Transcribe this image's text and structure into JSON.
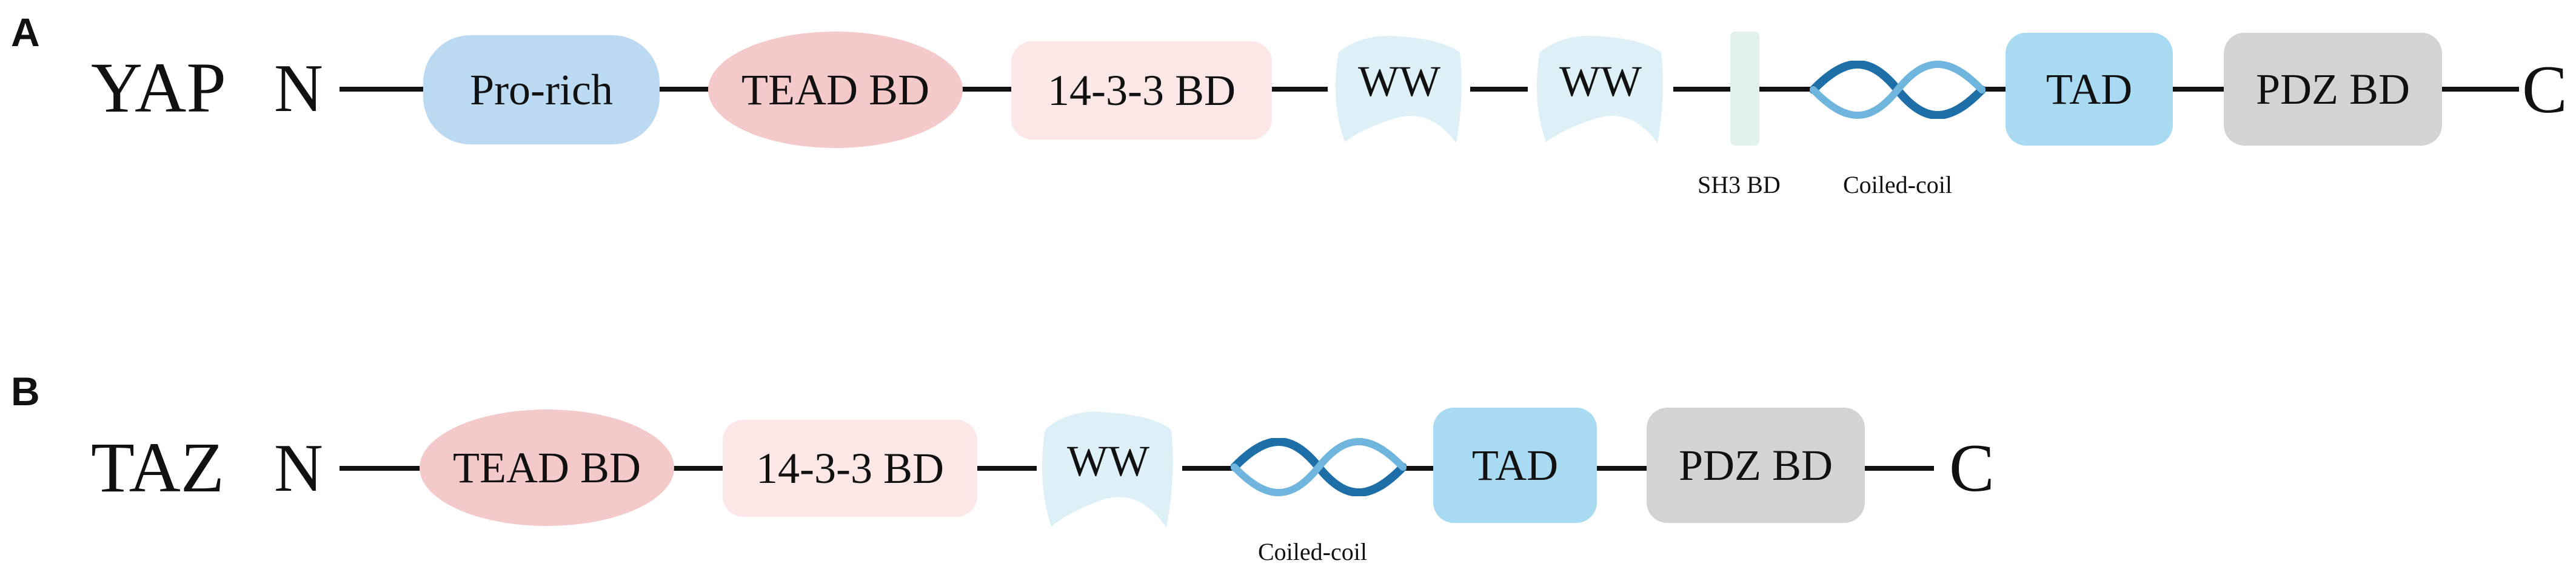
{
  "panel_a": {
    "label": "A",
    "protein": "YAP",
    "n_terminus": "N",
    "c_terminus": "C",
    "domains": {
      "pro_rich": "Pro-rich",
      "tead_bd": "TEAD BD",
      "bd_1433": "14-3-3 BD",
      "ww1": "WW",
      "ww2": "WW",
      "sh3_bd": "SH3 BD",
      "coiled_coil": "Coiled-coil",
      "tad": "TAD",
      "pdz_bd": "PDZ BD"
    }
  },
  "panel_b": {
    "label": "B",
    "protein": "TAZ",
    "n_terminus": "N",
    "c_terminus": "C",
    "domains": {
      "tead_bd": "TEAD BD",
      "bd_1433": "14-3-3 BD",
      "ww": "WW",
      "coiled_coil": "Coiled-coil",
      "tad": "TAD",
      "pdz_bd": "PDZ BD"
    }
  },
  "colors": {
    "pro_rich": "#bcd9f2",
    "tead_bd": "#f3c9c9",
    "bd_1433": "#fbe7e6",
    "ww": "#ddf0f7",
    "sh3_bd": "#e2f1ed",
    "coil_dark": "#1e6ea7",
    "coil_light": "#6fb5de",
    "tad": "#a8daf2",
    "pdz_bd": "#d2d3d5",
    "backbone": "#111111"
  }
}
